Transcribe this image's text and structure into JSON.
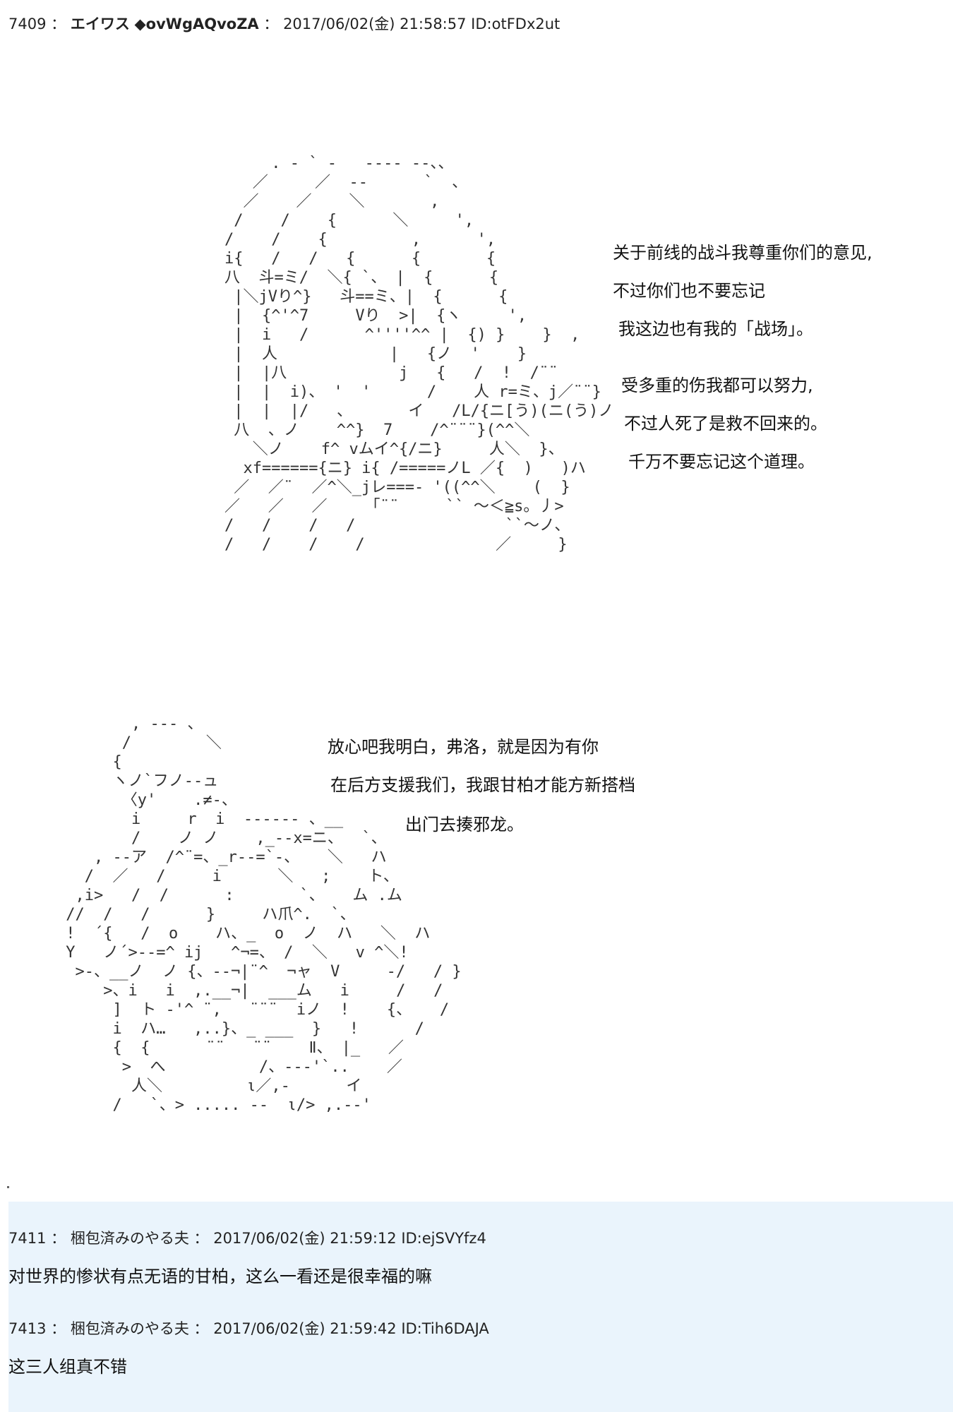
{
  "post": {
    "number": "7409",
    "name": "エイワス",
    "trip": "◆ovWgAQvoZA",
    "date": "2017/06/02(金) 21:58:57",
    "id": "ID:otFDx2ut"
  },
  "panel1": {
    "lines": [
      "关于前线的战斗我尊重你们的意见,",
      "不过你们也不要忘记",
      "我这边也有我的「战场」。",
      "受多重的伤我都可以努力,",
      "不过人死了是救不回来的。",
      "千万不要忘记这个道理。"
    ],
    "art": [
      "     . - ` ‐   ‐‐‐‐ ‐‐、、",
      "   ／     ／  ‐‐      `  、",
      "  ／    ／    ＼       ,",
      " /    /    {      ＼     ',",
      "/    /    {         ,      ',",
      "i{   /   /   {      {       {",
      "八  斗=ミ/  ＼{ `、 |  {      {",
      " |＼jVり^}   斗==ミ、|  {      {",
      " |  {^'^7     Vり  >|  {ヽ     ',",
      " |  i   /      ^''''^^ |  {) }    }  ,",
      " |  人            |   {ノ  '    }",
      " |  |八            j   {   /  !  /¨¨",
      " |  |  i)、 '  '      /    人 r=ミ、j／¨¨}",
      " |  |  |/   、      イ   /L/{ニ[う)(ニ(う)ノ",
      " 八  、ノ    ^^}  7    /^¨¨¨}(^^＼",
      "   ＼ノ    f^ vムイ^{/ニ}     人＼  }、",
      "  xf======{ニ} i{ /=====ノL ／{  )   )ハ",
      " ／  ／¨  ／^＼_jレ===- '((^^＼    (  }",
      "／   ／   ／    「¨¨     `` ～＜≧s。丿>",
      "/   /    /   /                ``～ノ、",
      "/   /    /    /              ／     }"
    ]
  },
  "panel2": {
    "lines": [
      "放心吧我明白，弗洛，就是因为有你",
      "在后方支援我们，我跟甘柏才能方新搭档",
      "出门去揍邪龙。"
    ],
    "art": [
      "        , -‐- 、",
      "       /        ＼",
      "      {",
      "      ヽノ`フノ‐-ュ",
      "       〈y'    .≠-、",
      "        i     r  i  ------ 、__",
      "        /    ノ ノ    ,_--x=ニ、  `、",
      "    , --ア  /^¨=、_r--=`-、   ＼   ハ",
      "   /  ／   /     i      ＼   ;    ト、",
      "  ,i>   /  /      :       `、   ム .ム",
      " //  /   /      }     ハ爪^.  `、",
      " !  ´{   /  o    ハ、_  o  ノ  ハ   ＼  ハ",
      " Y   ノ´>--=^ ij   ^¬=、 /  ＼   v ^＼!",
      "  >-、__ノ  ノ {、--¬|¨^  ¬ャ  V     ‐/   / }",
      "     >、i   i  ,.__¬|  ___ム   i     /   /",
      "      ]  ト ‐'^ ¨,   ¨¨¨  iノ  !    {、   /",
      "      i  ハ…   ,..}、_ ___  }   !      /",
      "      {  {      ¨¨   ¨¨    Ⅱ、 |_   ／",
      "       >  へ          /、---'`..    ／",
      "        人＼         ι／,-      イ",
      "      /   `、> ..... --  ι/> ,.--'"
    ]
  },
  "replies": [
    {
      "number": "7411",
      "name": "梱包済みのやる夫",
      "date": "2017/06/02(金) 21:59:12",
      "id": "ID:ejSVYfz4",
      "body": "对世界的惨状有点无语的甘柏，这么一看还是很幸福的嘛"
    },
    {
      "number": "7413",
      "name": "梱包済みのやる夫",
      "date": "2017/06/02(金) 21:59:42",
      "id": "ID:Tih6DAJA",
      "body": "这三人组真不错"
    }
  ]
}
